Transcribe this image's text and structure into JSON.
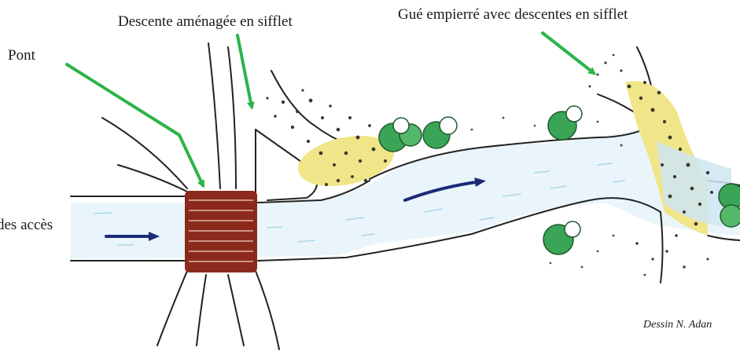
{
  "labels": {
    "pont": "Pont",
    "descente": "Descente aménagée en sifflet",
    "gue": "Gué empierré avec descentes en sifflet",
    "acces": "des accès",
    "credit": "Dessin N. Adan"
  },
  "colors": {
    "arrow_label": "#2db34a",
    "water_arrow": "#1c2a78",
    "bridge": "#8b2a1c",
    "vegetation": "#2f9a4a",
    "gravel": "#d8c63a",
    "water": "#bfe0ef",
    "outline": "#222222"
  }
}
